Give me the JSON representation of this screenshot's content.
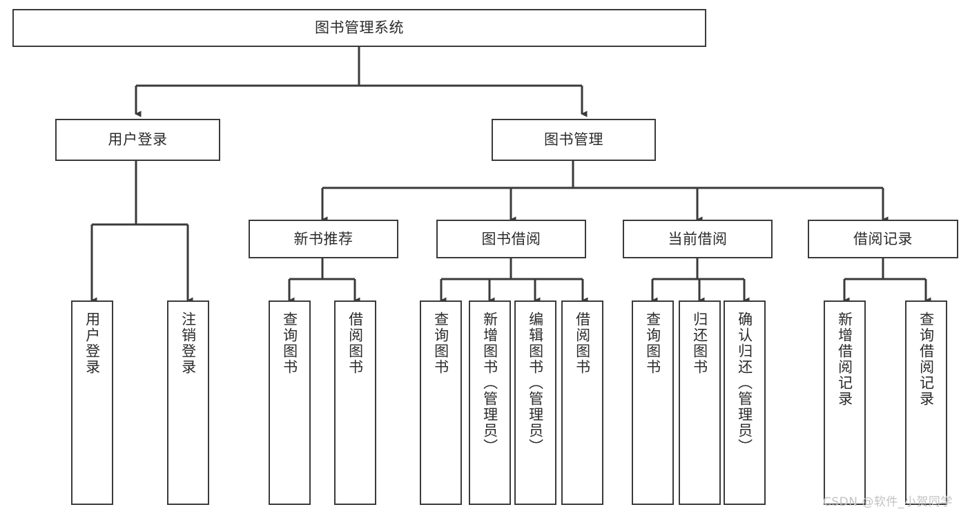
{
  "diagram": {
    "type": "hierarchy-tree",
    "title": "图书管理系统",
    "root": {
      "label": "图书管理系统"
    },
    "level2": [
      {
        "label": "用户登录"
      },
      {
        "label": "图书管理"
      }
    ],
    "level3": [
      {
        "label": "新书推荐"
      },
      {
        "label": "图书借阅"
      },
      {
        "label": "当前借阅"
      },
      {
        "label": "借阅记录"
      }
    ],
    "leaves": {
      "user_login": [
        {
          "label": "用户登录"
        },
        {
          "label": "注销登录"
        }
      ],
      "new_book_recommend": [
        {
          "label": "查询图书"
        },
        {
          "label": "借阅图书"
        }
      ],
      "book_borrow": [
        {
          "label": "查询图书"
        },
        {
          "label": "新增图书（管理员）"
        },
        {
          "label": "编辑图书（管理员）"
        },
        {
          "label": "借阅图书"
        }
      ],
      "current_borrow": [
        {
          "label": "查询图书"
        },
        {
          "label": "归还图书"
        },
        {
          "label": "确认归还（管理员）"
        }
      ],
      "borrow_record": [
        {
          "label": "新增借阅记录"
        },
        {
          "label": "查询借阅记录"
        }
      ]
    }
  },
  "watermark": {
    "text": "CSDN @软件_小贺同学"
  },
  "colors": {
    "background": "#ffffff",
    "box_border": "#3a3a3a",
    "connector": "#3a3a3a",
    "text": "#2b2b2b",
    "watermark": "#c2c2c2"
  }
}
